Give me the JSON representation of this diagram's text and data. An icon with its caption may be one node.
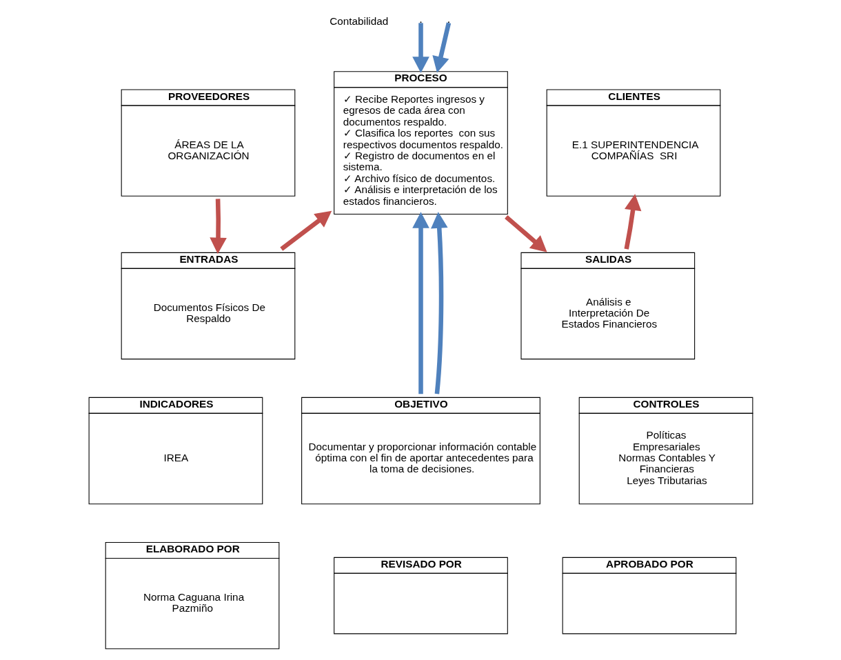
{
  "diagram": {
    "nodes": [
      {
        "text": [
          "PROVEEDORES",
          "ÁREAS DE LA ORGANIZACIÓN"
        ]
      },
      {
        "text": [
          "PROCESO",
          "✓ Recibe Reportes ingresos y egresos de cada área con documentos respaldo.",
          "✓ Clasifica los reportes  con sus respectivos documentos respaldo.",
          "✓ Registro de documentos en el sistema.",
          "✓ Archivo físico de documentos.",
          "✓ Análisis e interpretación de los estados financieros."
        ]
      },
      {
        "text": [
          "CLIENTES",
          "E.1 SUPERINTENDENCIA COMPAÑÍAS  SRI"
        ]
      },
      {
        "text": [
          "ENTRADAS",
          "Documentos Físicos De Respaldo"
        ]
      },
      {
        "text": [
          "SALIDAS",
          "Análisis e Interpretación De Estados Financieros"
        ]
      },
      {
        "text": [
          "INDICADORES",
          "IREA"
        ]
      },
      {
        "text": [
          "OBJETIVO",
          "Documentar y proporcionar información contable  óptima con el fin de aportar antecedentes para la toma de decisiones."
        ]
      },
      {
        "text": [
          "CONTROLES",
          "Políticas Empresariales",
          "Normas Contables Y Financieras",
          "Leyes Tributarias"
        ]
      },
      {
        "text": [
          "ELABORADO POR",
          "Norma Caguana Irina Pazmiño"
        ]
      },
      {
        "text": [
          "REVISADO POR"
        ]
      },
      {
        "text": [
          "APROBADO POR"
        ]
      }
    ],
    "edges": [
      {
        "from": 0,
        "to": 3,
        "arrow": "to",
        "color": "#c0504d"
      },
      {
        "from": 3,
        "to": 1,
        "arrow": "to",
        "color": "#c0504d"
      },
      {
        "from": 1,
        "to": 4,
        "arrow": "to",
        "color": "#c0504d"
      },
      {
        "from": 4,
        "to": 2,
        "arrow": "to",
        "color": "#c0504d"
      },
      {
        "from": null,
        "to": 1,
        "arrow": "to",
        "color": "#4f81bd"
      },
      {
        "from": null,
        "to": 1,
        "arrow": "to",
        "color": "#4f81bd"
      },
      {
        "from": 6,
        "to": 1,
        "arrow": "to",
        "color": "#4f81bd"
      },
      {
        "from": 6,
        "to": 1,
        "arrow": "to",
        "color": "#4f81bd"
      }
    ],
    "labels": [
      "Contabilidad"
    ]
  }
}
